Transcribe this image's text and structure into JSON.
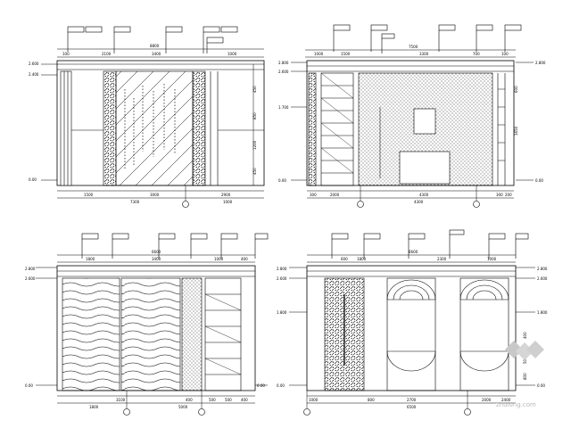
{
  "drawing": {
    "type": "architectural interior elevation sheet",
    "panels": [
      {
        "id": "top-left",
        "top_dims": [
          "100",
          "2100",
          "3400",
          "1000"
        ],
        "overall_dim": "8800",
        "bottom_dims": [
          "1500",
          "3000",
          "2900"
        ],
        "bottom_total": "7300",
        "bottom_right_dim": "1000",
        "level_labels": [
          "2.600",
          "2.400",
          "0.00"
        ],
        "right_dims": [
          "450",
          "850",
          "1200",
          "450"
        ]
      },
      {
        "id": "top-right",
        "top_dims": [
          "1000",
          "1500",
          "3300",
          "700",
          "100"
        ],
        "overall_dim": "7500",
        "bottom_dims": [
          "300",
          "2000",
          "4300",
          "300",
          "200"
        ],
        "bottom_total": "4300",
        "level_labels": [
          "2.800",
          "2.600",
          "1.700",
          "0.00"
        ],
        "right_level_labels": [
          "2.800",
          "0.00"
        ],
        "right_dims": [
          "600",
          "1650"
        ]
      },
      {
        "id": "bottom-left",
        "top_dims": [
          "1800",
          "3400",
          "1000",
          "400"
        ],
        "overall_dim": "6600",
        "bottom_dims": [
          "3100",
          "400",
          "500",
          "500",
          "400"
        ],
        "bottom_totals": [
          "1800",
          "5000"
        ],
        "level_labels": [
          "2.800",
          "2.600",
          "0.00"
        ],
        "right_level_labels": [
          "0.00"
        ]
      },
      {
        "id": "bottom-right",
        "top_dims": [
          "600",
          "1800",
          "2300",
          "1000"
        ],
        "overall_dim": "6600",
        "bottom_dims": [
          "1000",
          "800",
          "2700",
          "2000",
          "2400"
        ],
        "bottom_total": "6500",
        "level_labels": [
          "2.800",
          "2.600",
          "1.800",
          "0.00"
        ],
        "right_level_labels": [
          "2.800",
          "2.600",
          "1.800",
          "0.00"
        ],
        "right_dims": [
          "400",
          "500",
          "800"
        ]
      }
    ],
    "watermark": {
      "text": "zhulong.com"
    }
  },
  "colors": {
    "line": "#000000",
    "paper": "#ffffff",
    "watermark": "#b9b9b9"
  }
}
